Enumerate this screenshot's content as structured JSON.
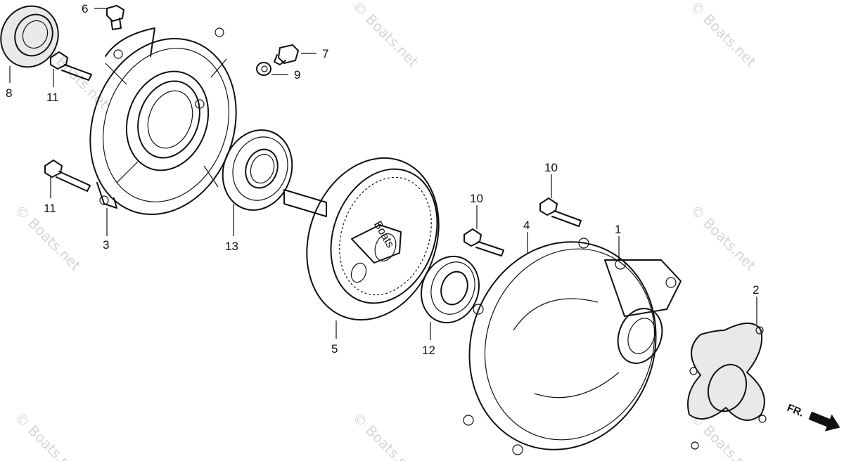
{
  "watermark": {
    "text": "© Boats.net",
    "color": "#d6d6d6"
  },
  "hub_label": "Boats",
  "front_indicator": {
    "label": "FR.",
    "icon": "front-direction-arrow-icon"
  },
  "callouts": [
    {
      "id": "c6",
      "number": "6"
    },
    {
      "id": "c7",
      "number": "7"
    },
    {
      "id": "c9",
      "number": "9"
    },
    {
      "id": "c8",
      "number": "8"
    },
    {
      "id": "c11a",
      "number": "11"
    },
    {
      "id": "c11b",
      "number": "11"
    },
    {
      "id": "c3",
      "number": "3"
    },
    {
      "id": "c13",
      "number": "13"
    },
    {
      "id": "c5",
      "number": "5"
    },
    {
      "id": "c12",
      "number": "12"
    },
    {
      "id": "c10a",
      "number": "10"
    },
    {
      "id": "c10b",
      "number": "10"
    },
    {
      "id": "c4",
      "number": "4"
    },
    {
      "id": "c1",
      "number": "1"
    },
    {
      "id": "c2",
      "number": "2"
    }
  ]
}
